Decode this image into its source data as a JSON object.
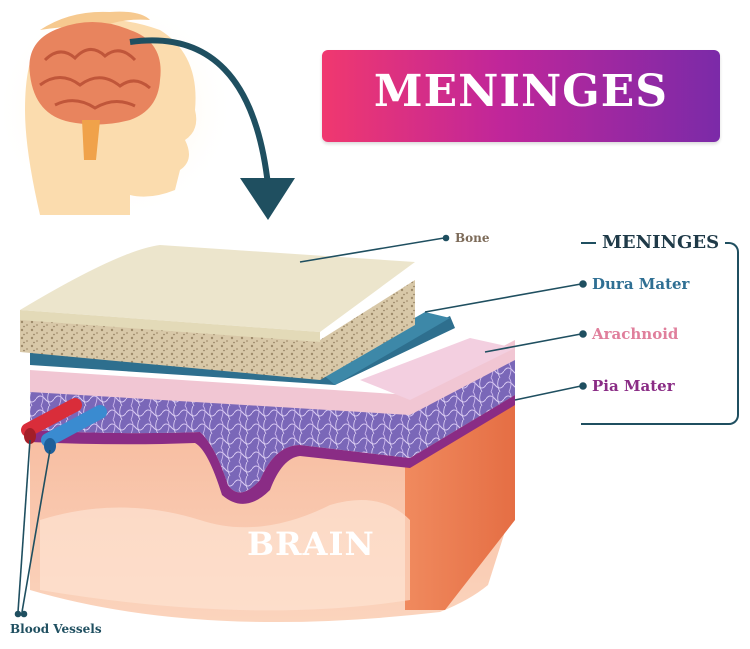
{
  "banner": {
    "title": "MENINGES"
  },
  "legend": {
    "title": "MENINGES",
    "items": [
      {
        "label": "Dura Mater",
        "color": "#2f6f93"
      },
      {
        "label": "Arachnoid",
        "color": "#e07f9c"
      },
      {
        "label": "Pia Mater",
        "color": "#8a2c85"
      }
    ]
  },
  "labels": {
    "bone": "Bone",
    "brain": "BRAIN",
    "blood_vessels": "Blood Vessels"
  },
  "colors": {
    "banner_start": "#f0386f",
    "banner_end": "#7b2aa8",
    "arrow": "#1f4f60",
    "bone_top": "#ece5cc",
    "dura": "#2e6f8e",
    "arachnoid": "#f1c6d3",
    "pia_mesh": "#7a67b8",
    "brain": "#f8c3a6",
    "vessel_artery": "#d92d3a",
    "vessel_vein": "#3a8bd0"
  }
}
